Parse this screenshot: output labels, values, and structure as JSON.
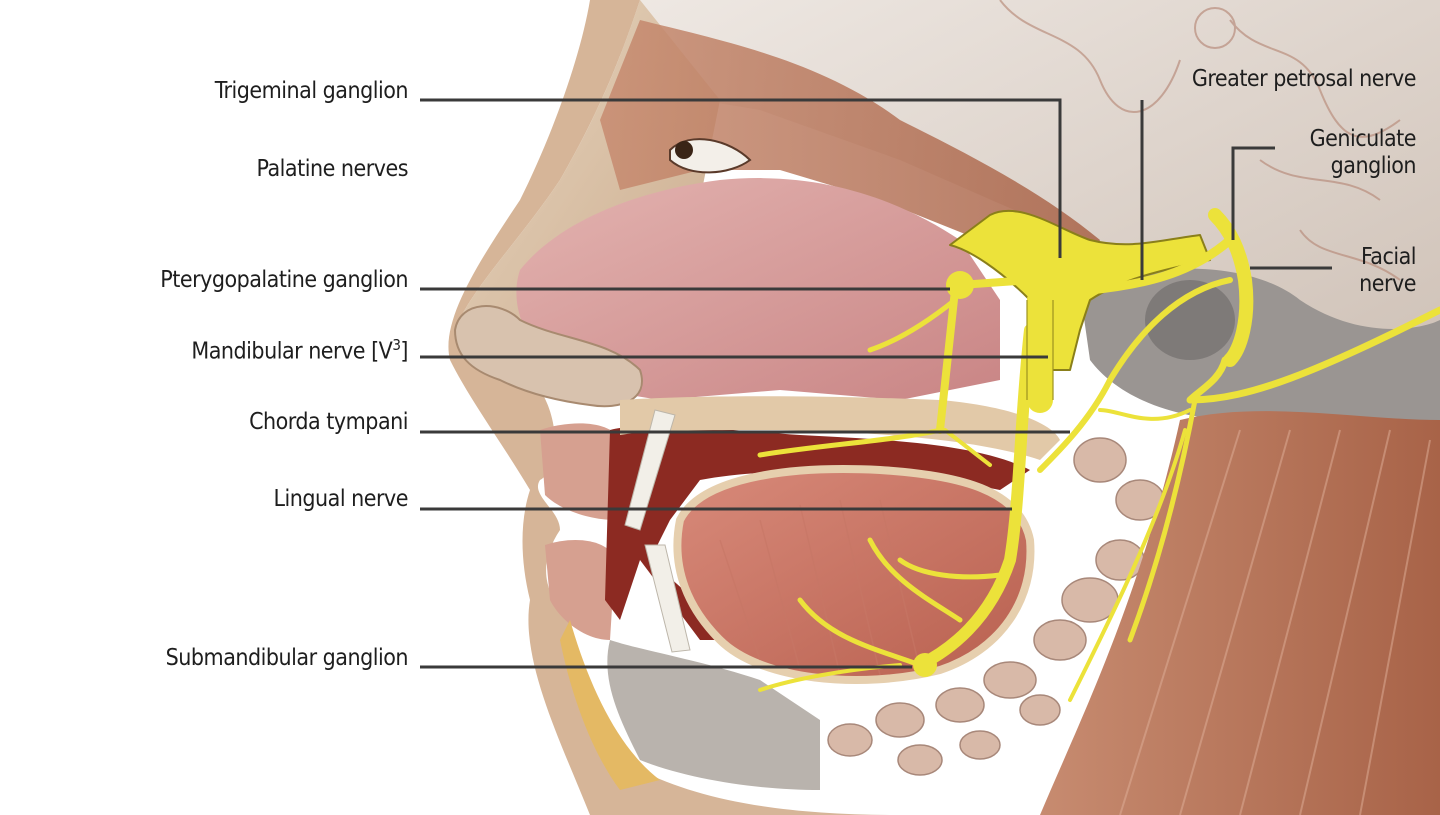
{
  "figure": {
    "type": "anatomical illustration",
    "subject": "Lateral view of head showing facial nerve, trigeminal branches and associated ganglia",
    "colors": {
      "background": "#ffffff",
      "nerve": "#ece23a",
      "nerve_outline": "#8a7f1a",
      "skin": "#d9c2a8",
      "muscle": "#b8745c",
      "mucosa": "#d9a0a0",
      "bone": "#cfcfcf",
      "leader_line": "#3a3a3a",
      "label_text": "#1e1e1e"
    }
  },
  "labels": {
    "left": [
      {
        "id": "trigeminal",
        "text": "Trigeminal ganglion"
      },
      {
        "id": "palatine",
        "text": "Palatine nerves"
      },
      {
        "id": "pterygopalatine",
        "text": "Pterygopalatine ganglion"
      },
      {
        "id": "mandibular",
        "text": "Mandibular nerve [V",
        "sup": "3",
        "suffix": "]"
      },
      {
        "id": "chorda",
        "text": "Chorda tympani"
      },
      {
        "id": "lingual",
        "text": "Lingual nerve"
      },
      {
        "id": "submandibular",
        "text": "Submandibular ganglion"
      }
    ],
    "right": [
      {
        "id": "greater_petrosal",
        "text": "Greater petrosal nerve"
      },
      {
        "id": "geniculate_1",
        "text": "Geniculate"
      },
      {
        "id": "geniculate_2",
        "text": "ganglion"
      },
      {
        "id": "facial_1",
        "text": "Facial"
      },
      {
        "id": "facial_2",
        "text": "nerve"
      }
    ]
  }
}
